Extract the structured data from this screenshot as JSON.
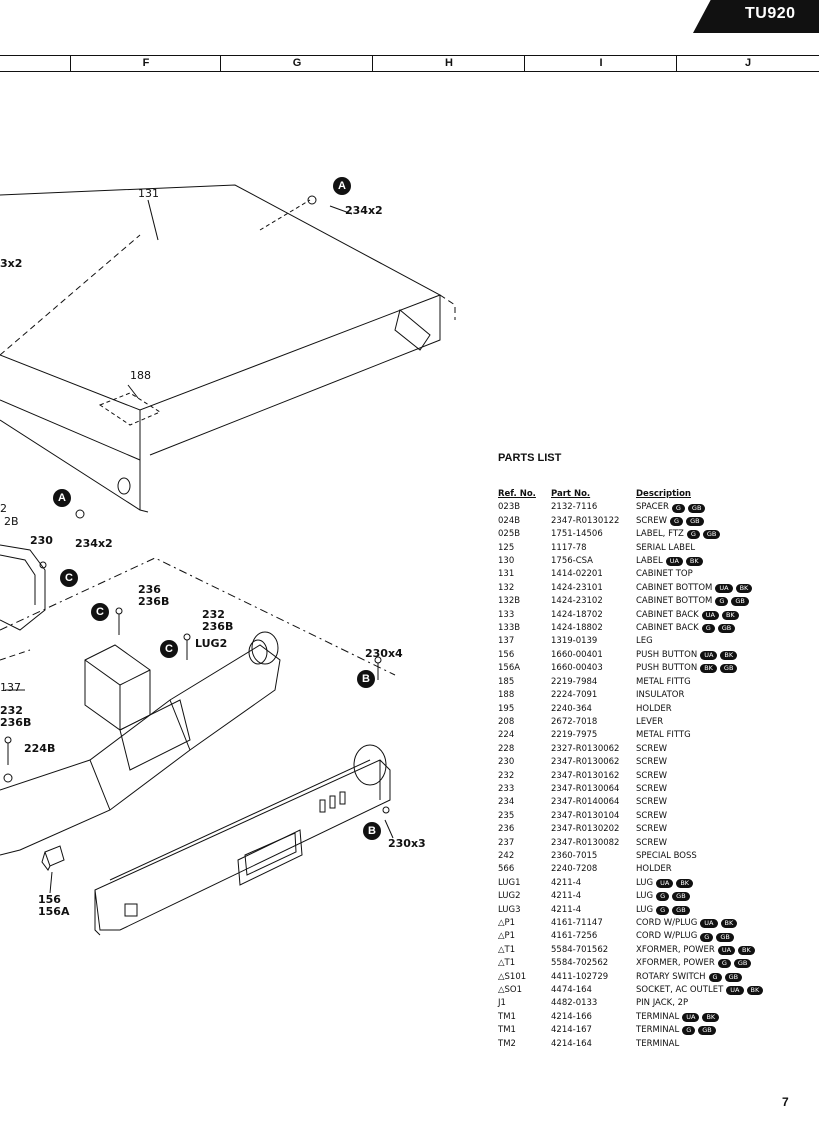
{
  "header": {
    "model": "TU920"
  },
  "grid_columns": [
    "F",
    "G",
    "H",
    "I",
    "J"
  ],
  "diagram": {
    "callouts": {
      "c131": "131",
      "c234a": "234x2",
      "c3x2": "3x2",
      "c188": "188",
      "c2": "2",
      "c2b": "2B",
      "c230": "230",
      "c234b": "234x2",
      "c236": "236",
      "c236b": "236B",
      "c232a": "232",
      "c236b2": "236B",
      "clug2": "LUG2",
      "c230x4": "230x4",
      "c137": "137",
      "c232b": "232",
      "c236b3": "236B",
      "c224b": "224B",
      "c230x3": "230x3",
      "c156": "156",
      "c156a": "156A"
    },
    "markers": {
      "a1": "A",
      "a2": "A",
      "b1": "B",
      "b2": "B",
      "c1": "C",
      "c2": "C",
      "c3": "C"
    }
  },
  "parts_list": {
    "title": "PARTS LIST",
    "headers": {
      "ref": "Ref. No.",
      "part": "Part No.",
      "desc": "Description"
    },
    "rows": [
      {
        "ref": "023B",
        "part": "2132-7116",
        "desc": "SPACER",
        "badges": [
          "G",
          "GB"
        ]
      },
      {
        "ref": "024B",
        "part": "2347-R0130122",
        "desc": "SCREW",
        "badges": [
          "G",
          "GB"
        ]
      },
      {
        "ref": "025B",
        "part": "1751-14506",
        "desc": "LABEL, FTZ",
        "badges": [
          "G",
          "GB"
        ]
      },
      {
        "ref": "125",
        "part": "1117-78",
        "desc": "SERIAL LABEL",
        "badges": []
      },
      {
        "ref": "130",
        "part": "1756-CSA",
        "desc": "LABEL",
        "badges": [
          "UA",
          "BK"
        ]
      },
      {
        "ref": "131",
        "part": "1414-02201",
        "desc": "CABINET TOP",
        "badges": []
      },
      {
        "ref": "132",
        "part": "1424-23101",
        "desc": "CABINET BOTTOM",
        "badges": [
          "UA",
          "BK"
        ]
      },
      {
        "ref": "132B",
        "part": "1424-23102",
        "desc": "CABINET BOTTOM",
        "badges": [
          "G",
          "GB"
        ]
      },
      {
        "ref": "133",
        "part": "1424-18702",
        "desc": "CABINET BACK",
        "badges": [
          "UA",
          "BK"
        ]
      },
      {
        "ref": "133B",
        "part": "1424-18802",
        "desc": "CABINET BACK",
        "badges": [
          "G",
          "GB"
        ]
      },
      {
        "ref": "137",
        "part": "1319-0139",
        "desc": "LEG",
        "badges": []
      },
      {
        "ref": "156",
        "part": "1660-00401",
        "desc": "PUSH BUTTON",
        "badges": [
          "UA",
          "BK"
        ]
      },
      {
        "ref": "156A",
        "part": "1660-00403",
        "desc": "PUSH BUTTON",
        "badges": [
          "BK",
          "GB"
        ]
      },
      {
        "ref": "185",
        "part": "2219-7984",
        "desc": "METAL FITTG",
        "badges": []
      },
      {
        "ref": "188",
        "part": "2224-7091",
        "desc": "INSULATOR",
        "badges": []
      },
      {
        "ref": "195",
        "part": "2240-364",
        "desc": "HOLDER",
        "badges": []
      },
      {
        "ref": "208",
        "part": "2672-7018",
        "desc": "LEVER",
        "badges": []
      },
      {
        "ref": "224",
        "part": "2219-7975",
        "desc": "METAL FITTG",
        "badges": []
      },
      {
        "ref": "228",
        "part": "2327-R0130062",
        "desc": "SCREW",
        "badges": []
      },
      {
        "ref": "230",
        "part": "2347-R0130062",
        "desc": "SCREW",
        "badges": []
      },
      {
        "ref": "232",
        "part": "2347-R0130162",
        "desc": "SCREW",
        "badges": []
      },
      {
        "ref": "233",
        "part": "2347-R0130064",
        "desc": "SCREW",
        "badges": []
      },
      {
        "ref": "234",
        "part": "2347-R0140064",
        "desc": "SCREW",
        "badges": []
      },
      {
        "ref": "235",
        "part": "2347-R0130104",
        "desc": "SCREW",
        "badges": []
      },
      {
        "ref": "236",
        "part": "2347-R0130202",
        "desc": "SCREW",
        "badges": []
      },
      {
        "ref": "237",
        "part": "2347-R0130082",
        "desc": "SCREW",
        "badges": []
      },
      {
        "ref": "242",
        "part": "2360-7015",
        "desc": "SPECIAL BOSS",
        "badges": []
      },
      {
        "ref": "566",
        "part": "2240-7208",
        "desc": "HOLDER",
        "badges": []
      },
      {
        "ref": "LUG1",
        "part": "4211-4",
        "desc": "LUG",
        "badges": [
          "UA",
          "BK"
        ]
      },
      {
        "ref": "LUG2",
        "part": "4211-4",
        "desc": "LUG",
        "badges": [
          "G",
          "GB"
        ]
      },
      {
        "ref": "LUG3",
        "part": "4211-4",
        "desc": "LUG",
        "badges": [
          "G",
          "GB"
        ]
      },
      {
        "ref": "△P1",
        "part": "4161-71147",
        "desc": "CORD W/PLUG",
        "badges": [
          "UA",
          "BK"
        ]
      },
      {
        "ref": "△P1",
        "part": "4161-7256",
        "desc": "CORD W/PLUG",
        "badges": [
          "G",
          "GB"
        ]
      },
      {
        "ref": "△T1",
        "part": "5584-701562",
        "desc": "XFORMER, POWER",
        "badges": [
          "UA",
          "BK"
        ]
      },
      {
        "ref": "△T1",
        "part": "5584-702562",
        "desc": "XFORMER, POWER",
        "badges": [
          "G",
          "GB"
        ]
      },
      {
        "ref": "△S101",
        "part": "4411-102729",
        "desc": "ROTARY SWITCH",
        "badges": [
          "G",
          "GB"
        ]
      },
      {
        "ref": "△SO1",
        "part": "4474-164",
        "desc": "SOCKET, AC OUTLET",
        "badges": [
          "UA",
          "BK"
        ]
      },
      {
        "ref": "J1",
        "part": "4482-0133",
        "desc": "PIN JACK, 2P",
        "badges": []
      },
      {
        "ref": "TM1",
        "part": "4214-166",
        "desc": "TERMINAL",
        "badges": [
          "UA",
          "BK"
        ]
      },
      {
        "ref": "TM1",
        "part": "4214-167",
        "desc": "TERMINAL",
        "badges": [
          "G",
          "GB"
        ]
      },
      {
        "ref": "TM2",
        "part": "4214-164",
        "desc": "TERMINAL",
        "badges": []
      }
    ]
  },
  "footer": {
    "page_number": "7"
  }
}
